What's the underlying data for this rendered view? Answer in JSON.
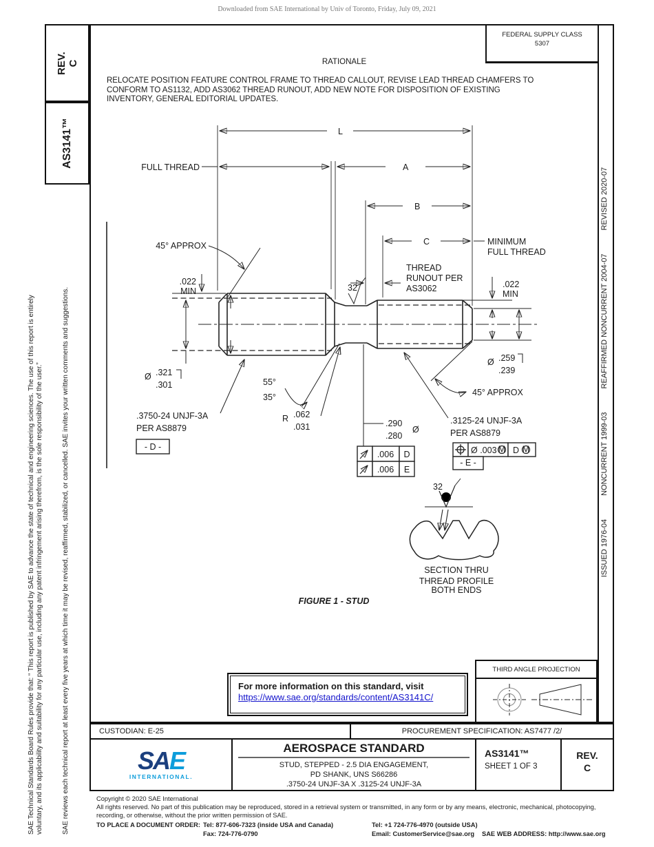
{
  "header": {
    "download_notice": "Downloaded from SAE International by Univ of Toronto, Friday, July 09, 2021"
  },
  "left_tabs": {
    "rev_label": "REV.",
    "rev_value": "C",
    "doc_number": "AS3141™"
  },
  "left_disclaimer": {
    "p1a": "SAE Technical Standards Board Rules provide that: “ This report is published by SAE to advance the state of technical and engineering sciences. The use of this report is entirely",
    "p1b": "voluntary, and its applicability and suitability for any particular use, including any patent infringement arising therefrom, is the sole responsibility of the user.”",
    "p2": "SAE reviews each technical report at least every five years at which time it may be revised, reaffirmed, stabilized, or cancelled. SAE invites your written comments and suggestions."
  },
  "right_strip": {
    "items": [
      "ISSUED 1976-04",
      "NONCURRENT 1999-03",
      "REAFFIRMED NONCURRENT 2004-07",
      "REVISED 2020-07"
    ]
  },
  "federal_supply": {
    "label": "FEDERAL SUPPLY CLASS",
    "value": "5307"
  },
  "rationale": {
    "title": "RATIONALE",
    "line1": "RELOCATE POSITION FEATURE CONTROL FRAME TO THREAD CALLOUT, REVISE LEAD THREAD CHAMFERS TO",
    "line2": "CONFORM TO AS1132, ADD AS3062 THREAD RUNOUT, ADD NEW NOTE FOR DISPOSITION OF EXISTING",
    "line3": "INVENTORY, GENERAL EDITORIAL UPDATES."
  },
  "figure": {
    "caption": "FIGURE 1 - STUD",
    "l": "L",
    "a": "A",
    "b": "B",
    "c": "C",
    "full_thread": "FULL THREAD",
    "minimum": "MINIMUM",
    "min022": ".022",
    "min": "MIN",
    "approx45": "45° APPROX",
    "deg55": "55°",
    "deg35": "35°",
    "finish": "32",
    "runout1": "THREAD",
    "runout2": "RUNOUT PER",
    "runout3": "AS3062",
    "dia": "Ø",
    "d321": ".321",
    "d301": ".301",
    "d259": ".259",
    "d239": ".239",
    "d290": ".290",
    "d280": ".280",
    "thread_l1": ".3750-24 UNJF-3A",
    "thread_l2": "PER AS8879",
    "thread_r1": ".3125-24 UNJF-3A",
    "thread_r2": "PER AS8879",
    "datum_d": "- D -",
    "datum_e": "- E -",
    "r": "R",
    "r062": ".062",
    "r031": ".031",
    "fcf_tol": ".006",
    "fcf_d": "D",
    "fcf_e": "E",
    "pos_tol": "Ø .003",
    "mod_m": "M",
    "pos_datum": "D",
    "sec1": "SECTION THRU",
    "sec2": "THREAD PROFILE",
    "sec3": "BOTH ENDS"
  },
  "info_box": {
    "line1": "For more information on this standard, visit",
    "link": "https://www.sae.org/standards/content/AS3141C/"
  },
  "projection": {
    "label": "THIRD ANGLE PROJECTION"
  },
  "admin_row": {
    "custodian": "CUSTODIAN: E-25",
    "procurement": "PROCUREMENT SPECIFICATION: AS7477 /2/"
  },
  "title_block": {
    "logo_sa": "SA",
    "logo_e": "E",
    "logo_sub": "INTERNATIONAL.",
    "kind": "AEROSPACE STANDARD",
    "title1": "STUD, STEPPED - 2.5 DIA ENGAGEMENT,",
    "title2": "PD SHANK, UNS S66286",
    "title3": ".3750-24 UNJF-3A X .3125-24 UNJF-3A",
    "doc_number": "AS3141™",
    "sheet": "SHEET 1 OF 3",
    "rev_label": "REV.",
    "rev_value": "C"
  },
  "footer": {
    "copyright": "Copyright © 2020 SAE International",
    "rights1": "All rights reserved. No part of this publication may be reproduced, stored in a retrieval system or transmitted, in any form or by any means, electronic, mechanical, photocopying,",
    "rights2": "recording, or otherwise, without the prior written permission of SAE.",
    "order_label": "TO PLACE A DOCUMENT ORDER:",
    "tel_inside": "Tel: 877-606-7323 (inside USA and Canada)",
    "tel_outside": "Tel: +1 724-776-4970 (outside USA)",
    "fax": "Fax: 724-776-0790",
    "email": "Email: CustomerService@sae.org",
    "web": "SAE WEB ADDRESS: http://www.sae.org"
  },
  "colors": {
    "sae_dark_blue": "#1b3f7e",
    "sae_light_blue": "#0d9ddb",
    "link_blue": "#1414cc",
    "line_black": "#111111"
  }
}
